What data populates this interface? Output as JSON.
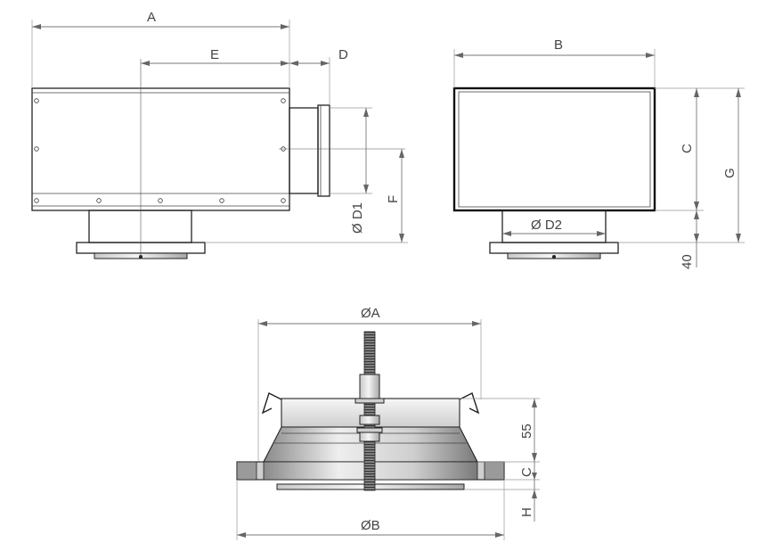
{
  "front_view": {
    "labels": {
      "A": "A",
      "E": "E",
      "D": "D",
      "D1": "Ø D1",
      "F": "F"
    }
  },
  "side_view": {
    "labels": {
      "B": "B",
      "C": "C",
      "G": "G",
      "D2": "Ø D2",
      "h40": "40"
    }
  },
  "diffuser_view": {
    "labels": {
      "OA": "ØA",
      "OB": "ØB",
      "h55": "55",
      "C": "C",
      "H": "H"
    }
  },
  "colors": {
    "line": "#222222",
    "dimension": "#777777",
    "metal_light": "#e8e8e8",
    "metal_dark": "#9a9a9a"
  }
}
